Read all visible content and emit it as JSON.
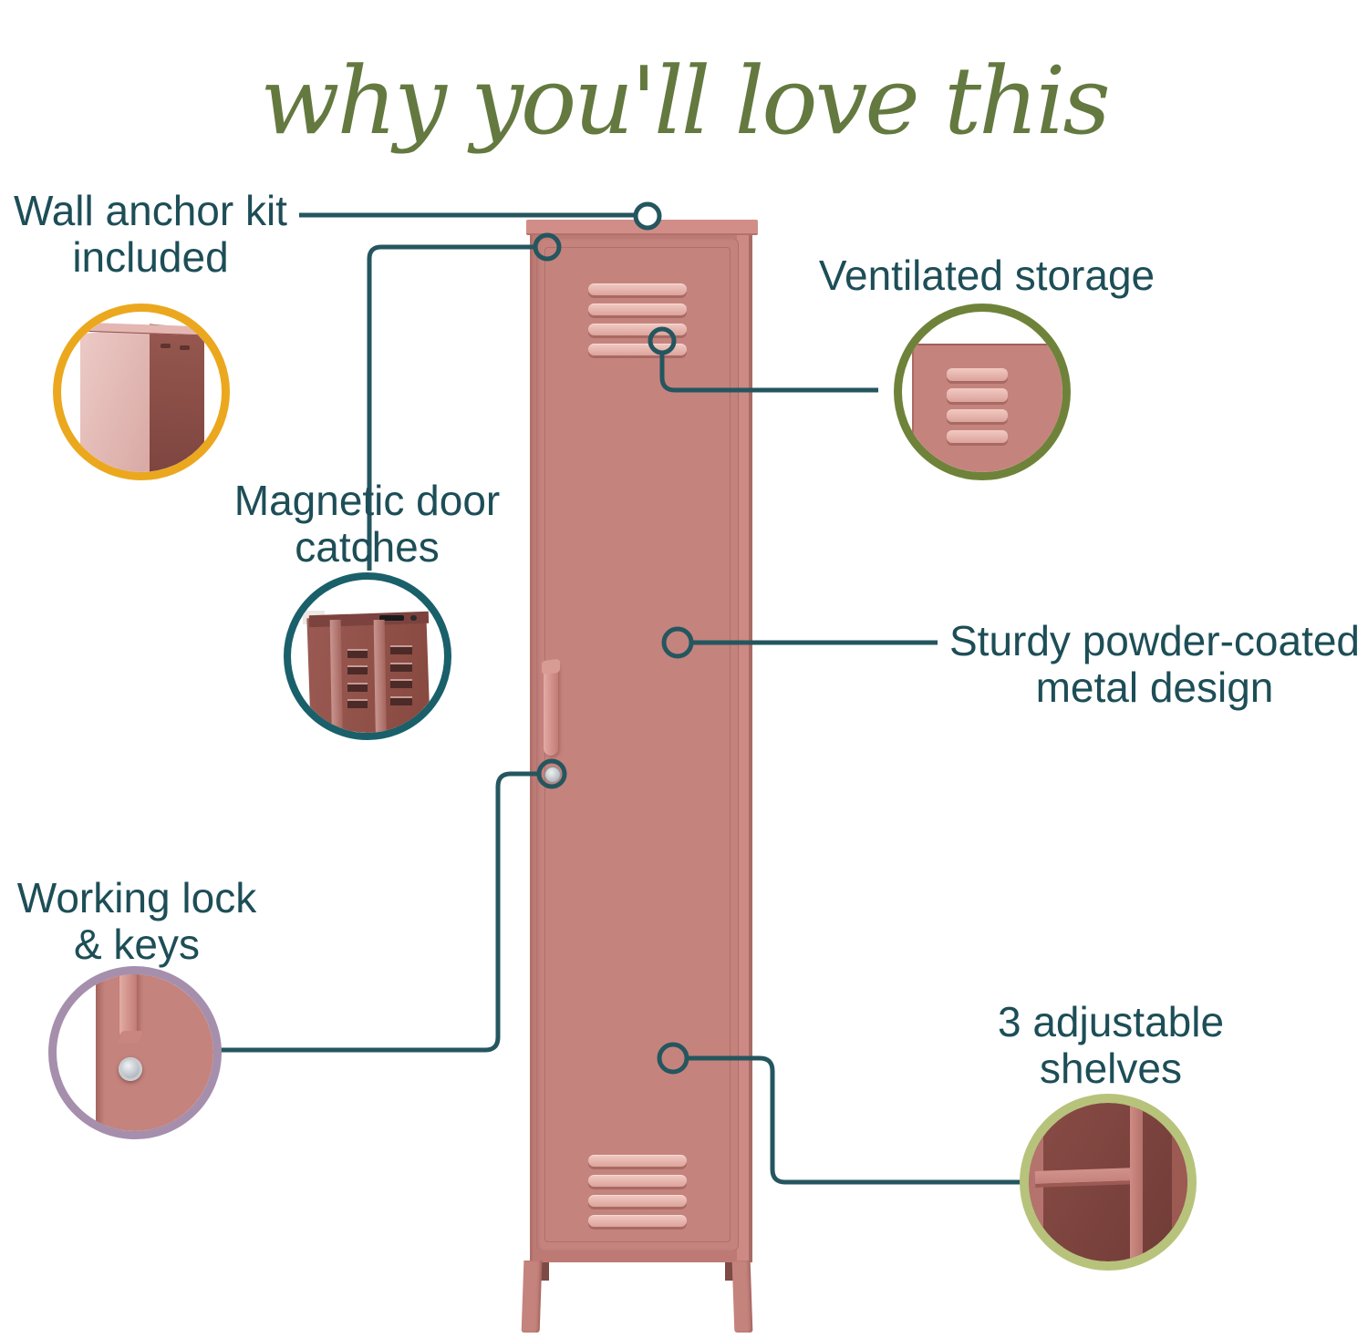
{
  "title": "why you'll love this",
  "colors": {
    "title_green": "#64793f",
    "label_teal": "#1d4e57",
    "connector_teal": "#24565f",
    "locker_pink": "#c5837d",
    "locker_cap_pink": "#d18e88",
    "locker_pink_light": "#eec2ba",
    "locker_interior_dark": "#8a4f4a",
    "ring_gold": "#eba81e",
    "ring_olive": "#6e8339",
    "ring_teal": "#19606a",
    "ring_mauve": "#a58fad",
    "ring_sage": "#b7c37b"
  },
  "callouts": {
    "wall_anchor": {
      "line1": "Wall anchor kit",
      "line2": "included"
    },
    "ventilated": {
      "line1": "Ventilated storage"
    },
    "magnetic": {
      "line1": "Magnetic door",
      "line2": "catches"
    },
    "sturdy": {
      "line1": "Sturdy powder-coated",
      "line2": "metal design"
    },
    "lock": {
      "line1": "Working lock",
      "line2": "& keys"
    },
    "shelves": {
      "line1": "3 adjustable",
      "line2": "shelves"
    }
  }
}
